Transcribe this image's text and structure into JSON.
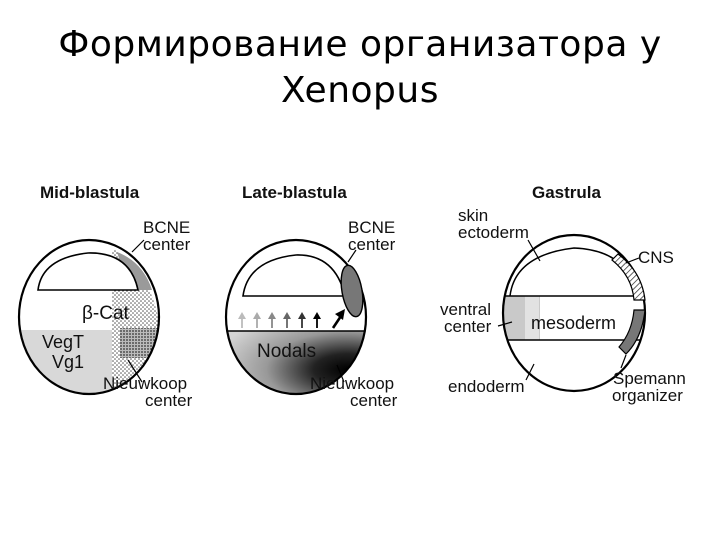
{
  "slide": {
    "title_line1": "Формирование организатора у",
    "title_line2": "Xenopus"
  },
  "panels": {
    "mid_blastula": {
      "heading": "Mid-blastula",
      "bcne_line1": "BCNE",
      "bcne_line2": "center",
      "beta_cat": "β-Cat",
      "vegt": "VegT",
      "vg1": "Vg1",
      "nieuwkoop_line1": "Nieuwkoop",
      "nieuwkoop_line2": "center"
    },
    "late_blastula": {
      "heading": "Late-blastula",
      "bcne_line1": "BCNE",
      "bcne_line2": "center",
      "nodals": "Nodals",
      "nieuwkoop_line1": "Nieuwkoop",
      "nieuwkoop_line2": "center"
    },
    "gastrula": {
      "heading": "Gastrula",
      "skin_line1": "skin",
      "skin_line2": "ectoderm",
      "cns": "CNS",
      "ventral_line1": "ventral",
      "ventral_line2": "center",
      "mesoderm": "mesoderm",
      "endoderm": "endoderm",
      "spemann_line1": "Spemann",
      "spemann_line2": "organizer"
    }
  }
}
